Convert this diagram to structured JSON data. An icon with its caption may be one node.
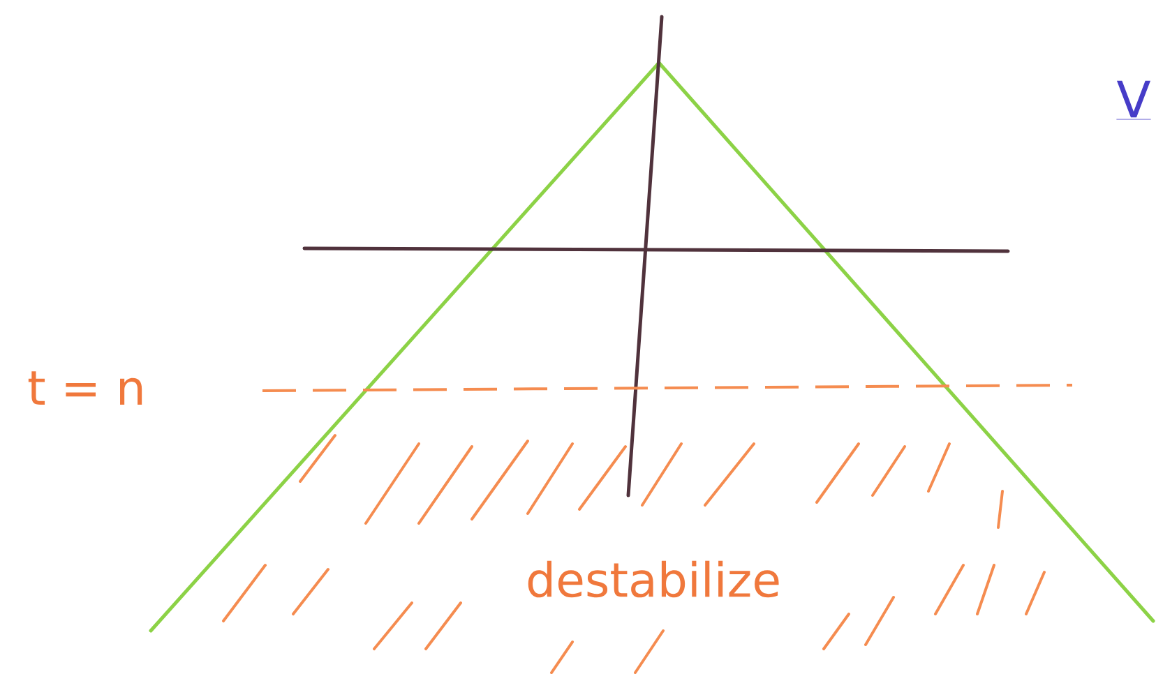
{
  "diagram": {
    "labels": [
      "t = n",
      "destabilize",
      "V"
    ]
  }
}
